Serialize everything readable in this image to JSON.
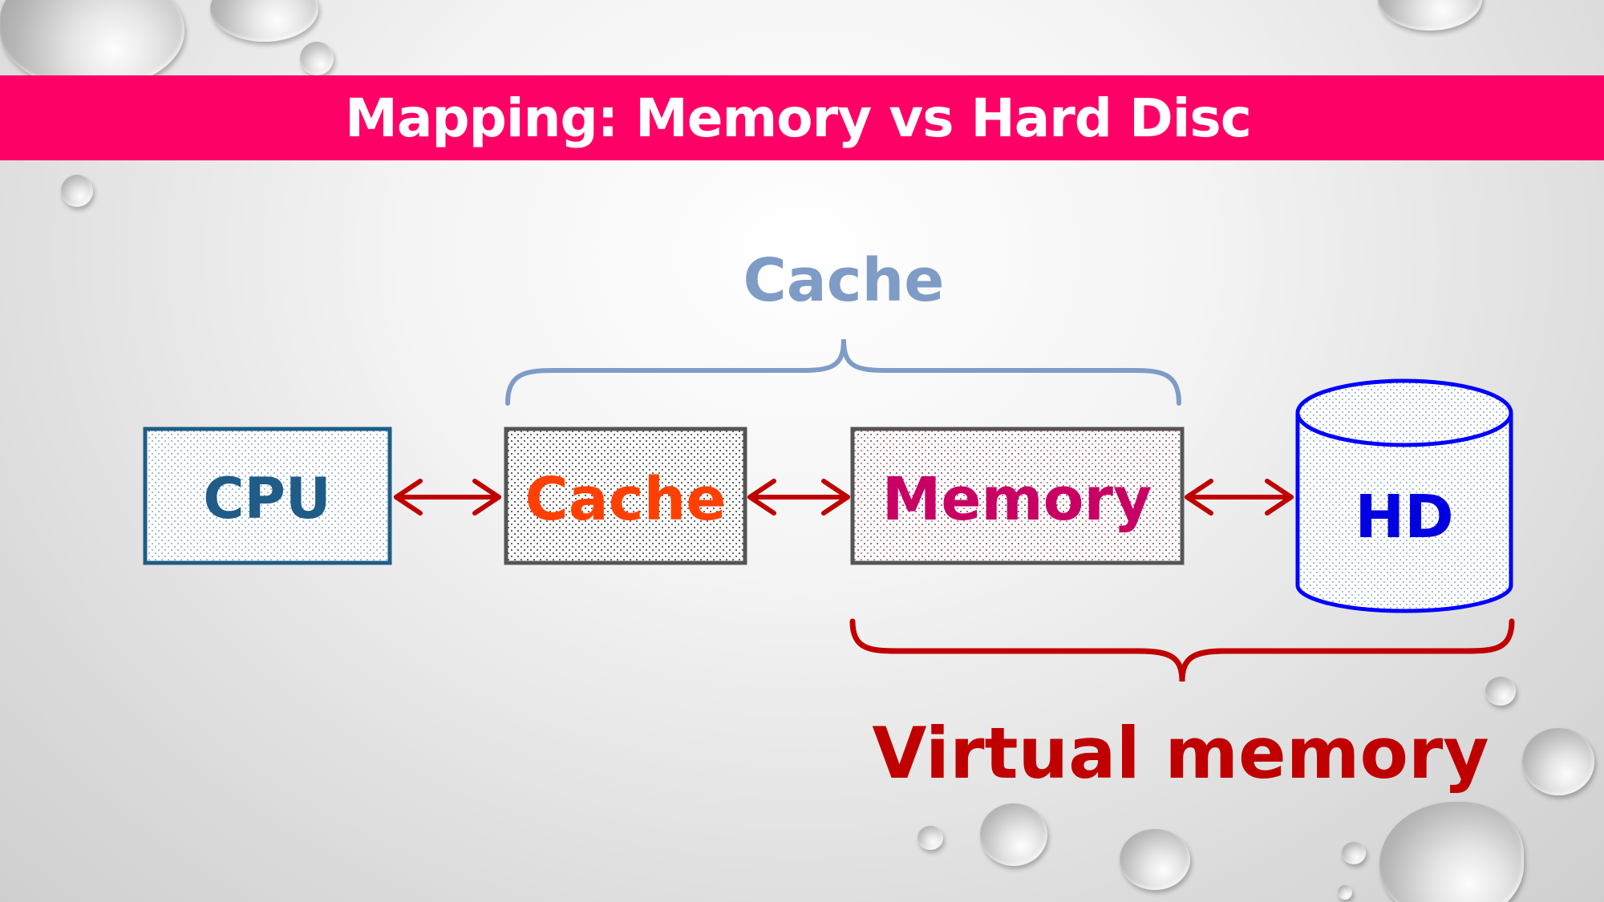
{
  "slide": {
    "title": "Mapping: Memory vs Hard Disc"
  },
  "diagram": {
    "nodes": {
      "cpu": "CPU",
      "cache": "Cache",
      "memory": "Memory",
      "hd": "HD"
    },
    "brackets": {
      "cache_group": "Cache",
      "virtual_memory_group": "Virtual memory"
    }
  },
  "colors": {
    "title_bar": "#ff0066",
    "cpu_text": "#1f5c87",
    "cache_text": "#ff4000",
    "memory_text": "#c80064",
    "hd_text": "#0000e0",
    "hd_outline": "#0000ff",
    "arrows": "#c00000",
    "cache_bracket": "#7f9cc6",
    "virtual_bracket": "#c00000"
  },
  "icons": [
    "double-arrow-icon",
    "cylinder-icon",
    "curly-brace-icon",
    "water-drop-icon"
  ]
}
